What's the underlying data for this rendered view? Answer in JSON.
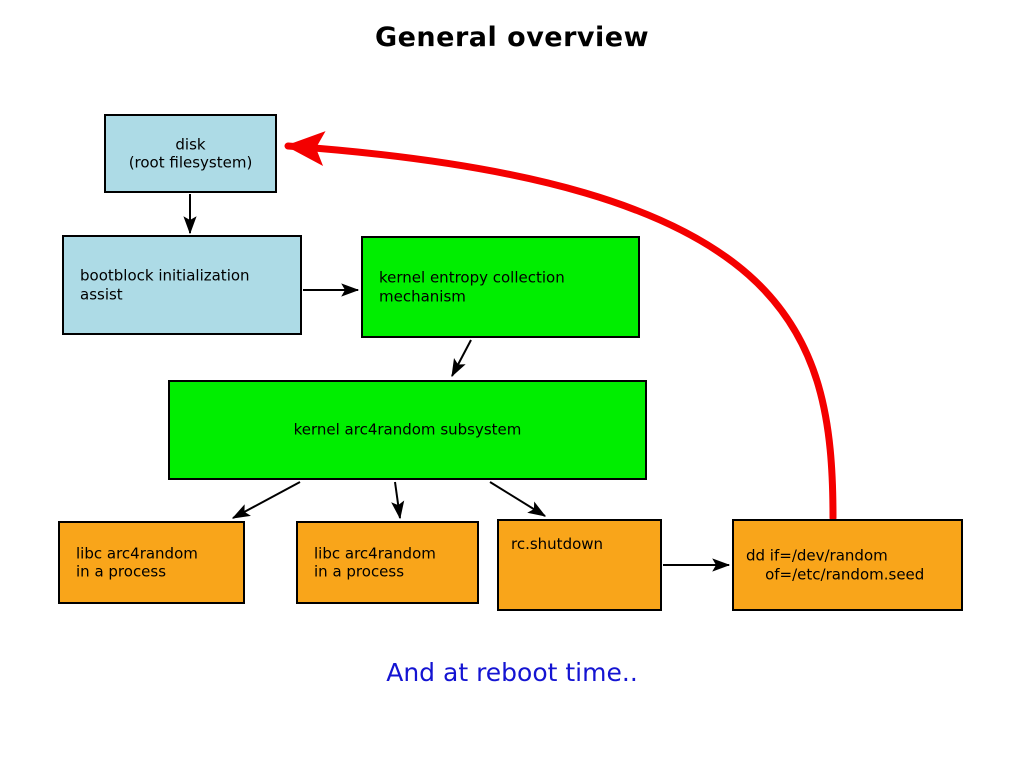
{
  "slide": {
    "title": "General overview",
    "caption": "And at reboot time..",
    "background": "#ffffff",
    "title_color": "#000000",
    "caption_color": "#1414d2"
  },
  "palette": {
    "blue_fill": "#addbe6",
    "green_fill": "#00ee00",
    "orange_fill": "#f9a51a",
    "border": "#000000",
    "arrow_black": "#000000",
    "arrow_red": "#f40000"
  },
  "nodes": [
    {
      "id": "disk",
      "label": "disk\n(root filesystem)",
      "fill": "#addbe6"
    },
    {
      "id": "bootblock",
      "label": "bootblock initialization\nassist",
      "fill": "#addbe6"
    },
    {
      "id": "entropy",
      "label": "kernel entropy collection\nmechanism",
      "fill": "#00ee00"
    },
    {
      "id": "arc4",
      "label": "kernel arc4random subsystem",
      "fill": "#00ee00"
    },
    {
      "id": "libc1",
      "label": "libc arc4random\nin a process",
      "fill": "#f9a51a"
    },
    {
      "id": "libc2",
      "label": "libc arc4random\nin a process",
      "fill": "#f9a51a"
    },
    {
      "id": "rcshutdown",
      "label": "rc.shutdown",
      "fill": "#f9a51a"
    },
    {
      "id": "dd",
      "label": "dd if=/dev/random\n    of=/etc/random.seed",
      "fill": "#f9a51a"
    }
  ],
  "edges": [
    {
      "id": "disk-to-bootblock",
      "from": "disk",
      "to": "bootblock",
      "color": "#000000",
      "style": "straight"
    },
    {
      "id": "bootblock-to-entropy",
      "from": "bootblock",
      "to": "entropy",
      "color": "#000000",
      "style": "straight"
    },
    {
      "id": "entropy-to-arc4",
      "from": "entropy",
      "to": "arc4",
      "color": "#000000",
      "style": "straight"
    },
    {
      "id": "arc4-to-libc1",
      "from": "arc4",
      "to": "libc1",
      "color": "#000000",
      "style": "straight"
    },
    {
      "id": "arc4-to-libc2",
      "from": "arc4",
      "to": "libc2",
      "color": "#000000",
      "style": "straight"
    },
    {
      "id": "arc4-to-rcshutdown",
      "from": "arc4",
      "to": "rcshutdown",
      "color": "#000000",
      "style": "straight"
    },
    {
      "id": "rcshutdown-to-dd",
      "from": "rcshutdown",
      "to": "dd",
      "color": "#000000",
      "style": "straight"
    },
    {
      "id": "dd-to-disk",
      "from": "dd",
      "to": "disk",
      "color": "#f40000",
      "style": "curved-thick"
    }
  ]
}
